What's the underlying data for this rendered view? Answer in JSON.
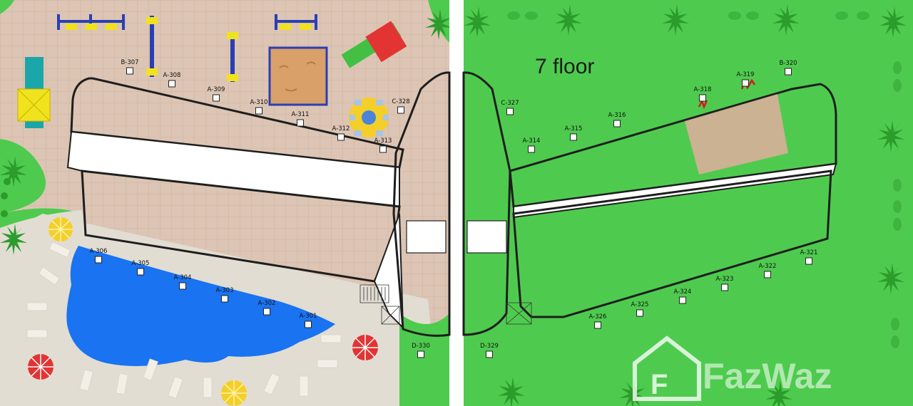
{
  "floor_title": "7 floor",
  "watermark": "FazWaz",
  "colors": {
    "plaza": "#dcc5b4",
    "lawn": "#4ecb4e",
    "pool": "#1a73f0",
    "highlight": "#f4a9a9",
    "divider": "#ffffff"
  },
  "left_units": [
    {
      "id": "B-307"
    },
    {
      "id": "A-308"
    },
    {
      "id": "A-309"
    },
    {
      "id": "A-310"
    },
    {
      "id": "A-311"
    },
    {
      "id": "A-312"
    },
    {
      "id": "A-313"
    },
    {
      "id": "C-328"
    },
    {
      "id": "A-306"
    },
    {
      "id": "A-305"
    },
    {
      "id": "A-304"
    },
    {
      "id": "A-303"
    },
    {
      "id": "A-302"
    },
    {
      "id": "A-301"
    },
    {
      "id": "D-330"
    }
  ],
  "right_units": [
    {
      "id": "C-327"
    },
    {
      "id": "A-314"
    },
    {
      "id": "A-315"
    },
    {
      "id": "A-316"
    },
    {
      "id": "A-318"
    },
    {
      "id": "A-319"
    },
    {
      "id": "B-320"
    },
    {
      "id": "A-321"
    },
    {
      "id": "A-322"
    },
    {
      "id": "A-323"
    },
    {
      "id": "A-324"
    },
    {
      "id": "A-325"
    },
    {
      "id": "A-326"
    },
    {
      "id": "D-329"
    }
  ],
  "highlighted_units": [
    "A-318",
    "A-319"
  ]
}
